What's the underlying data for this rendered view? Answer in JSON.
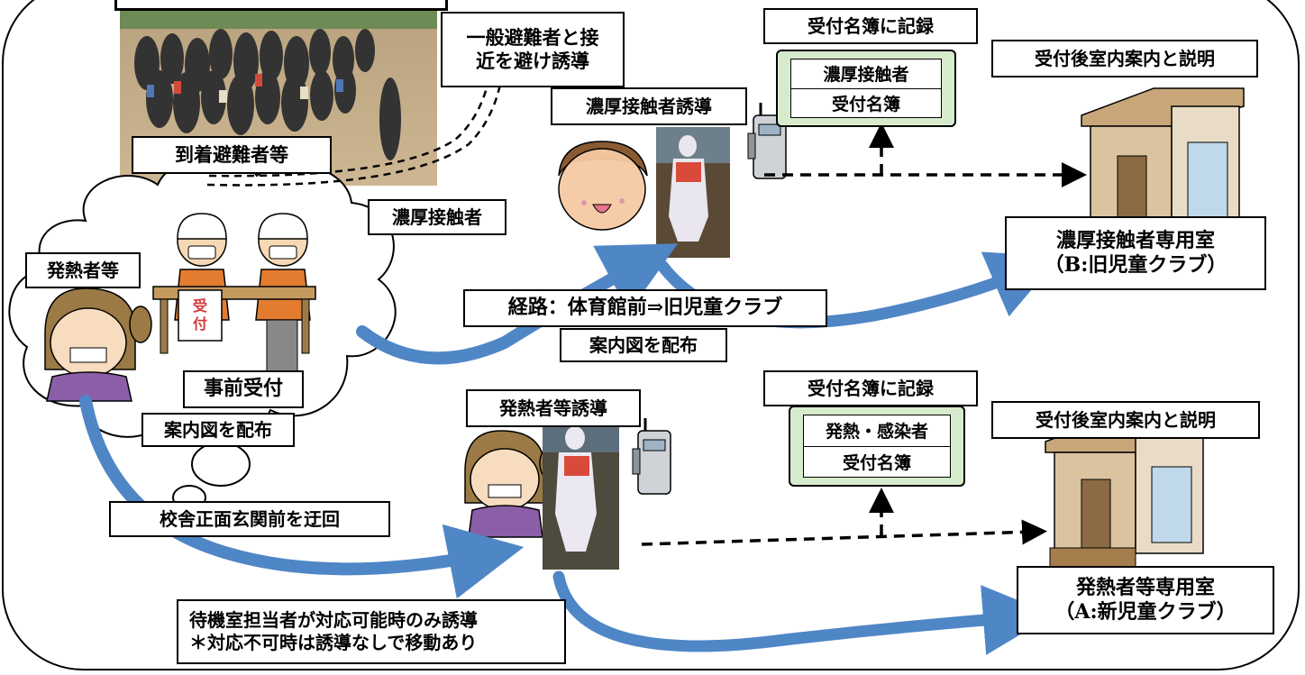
{
  "labels": {
    "general_evacuees_line1": "一般避難者と接",
    "general_evacuees_line2": "近を避け誘導",
    "arriving_evacuees": "到着避難者等",
    "close_contacts": "濃厚接触者",
    "fever_people": "発熱者等",
    "pre_reception": "事前受付",
    "map_distribution_1": "案内図を配布",
    "map_distribution_2": "案内図を配布",
    "close_contact_guidance": "濃厚接触者誘導",
    "fever_guidance": "発熱者等誘導",
    "route_gym": "経路：体育館前⇒旧児童クラブ",
    "detour_school": "校舎正面玄関前を迂回",
    "waiting_staff_line1": "待機室担当者が対応可能時のみ誘導",
    "waiting_staff_line2": "＊対応不可時は誘導なしで移動あり",
    "record_register_top": "受付名簿に記録",
    "record_register_bottom": "受付名簿に記録",
    "room_guidance_top": "受付後室内案内と説明",
    "room_guidance_bottom": "受付後室内案内と説明",
    "close_room_line1": "濃厚接触者専用室",
    "close_room_line2": "（B:旧児童クラブ）",
    "fever_room_line1": "発熱者等専用室",
    "fever_room_line2": "（A:新児童クラブ）",
    "desk_sign": "受付"
  },
  "registers": {
    "close": {
      "line1": "濃厚接触者",
      "line2": "受付名簿"
    },
    "fever": {
      "line1": "発熱・感染者",
      "line2": "受付名簿"
    }
  },
  "colors": {
    "register_green": "#d6ebcb",
    "arrow_blue": "#4f86c6",
    "frame": "#000000"
  }
}
